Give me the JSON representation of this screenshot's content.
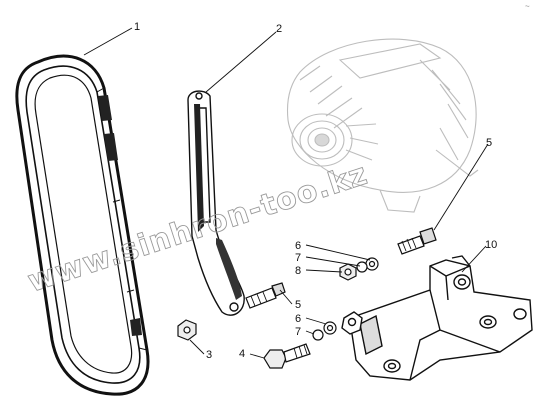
{
  "watermark": "www.sinhron-too.kz",
  "corner_mark": "~",
  "callouts": {
    "belt": "1",
    "tension_bar": "2",
    "nut_top": "3",
    "bolt": "4",
    "stud": "5",
    "washer_a": "6",
    "washer_b": "7",
    "washer_c": "8",
    "bracket": "10"
  },
  "callouts_lower": {
    "stud": "5",
    "washer_a": "6",
    "washer_b": "7"
  }
}
